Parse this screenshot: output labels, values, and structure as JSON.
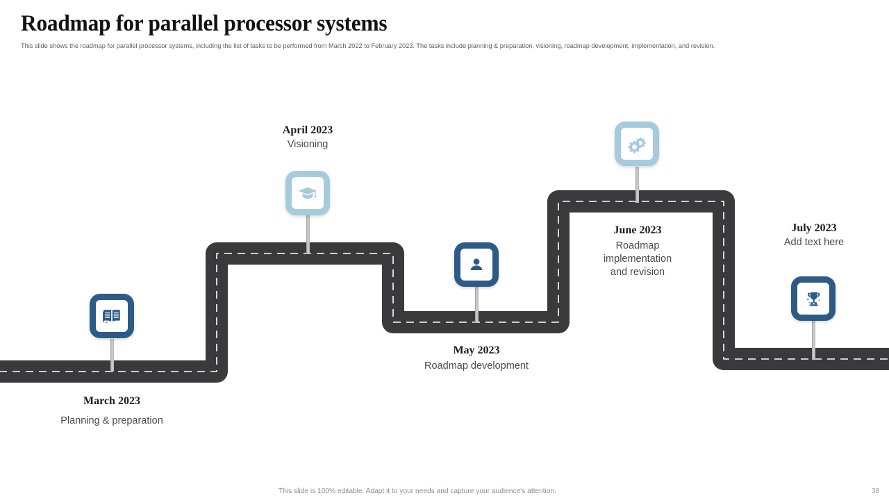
{
  "header": {
    "title": "Roadmap for parallel processor systems",
    "subtitle": "This slide shows the roadmap for parallel processor systems, including the list of tasks to be performed from March 2022 to February 2023. The tasks include planning & preparation, visioning, roadmap development, implementation, and revision."
  },
  "theme": {
    "road_color": "#3a3a3c",
    "road_line_color": "#ffffff",
    "accent_dark": "#2d5b88",
    "accent_light": "#a5cbdc",
    "title_color": "#111111",
    "body_color": "#4a4a4a"
  },
  "milestones": [
    {
      "id": "march",
      "date": "March 2023",
      "description": "Planning & preparation",
      "icon": "open-book-icon",
      "style": "dark"
    },
    {
      "id": "april",
      "date": "April 2023",
      "description": "Visioning",
      "icon": "graduation-cap-icon",
      "style": "light"
    },
    {
      "id": "may",
      "date": "May 2023",
      "description": "Roadmap development",
      "icon": "user-person-icon",
      "style": "dark"
    },
    {
      "id": "june",
      "date": "June 2023",
      "description": "Roadmap implementation and revision",
      "icon": "gears-cogs-icon",
      "style": "light"
    },
    {
      "id": "july",
      "date": "July 2023",
      "description": "Add text here",
      "icon": "trophy-icon",
      "style": "dark"
    }
  ],
  "footer": {
    "note": "This slide is 100% editable. Adapt it to your needs and capture your audience's attention.",
    "page_number": "38"
  }
}
